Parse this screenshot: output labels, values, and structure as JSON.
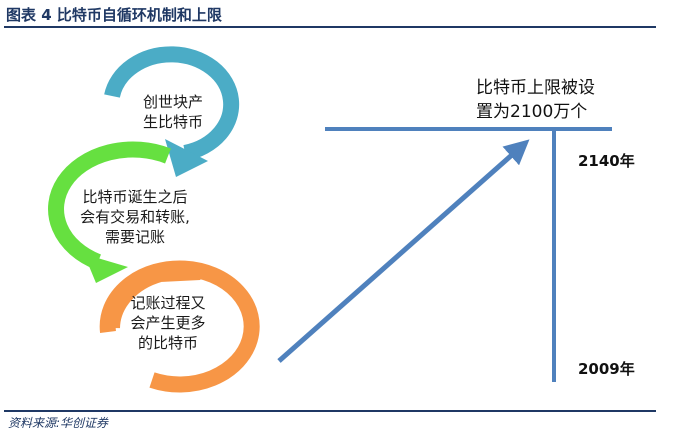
{
  "header": {
    "title": "图表 4 比特币自循环机制和上限"
  },
  "cycle": {
    "step1": {
      "line1": "创世块产",
      "line2": "生比特币",
      "color": "#4bacc6"
    },
    "step2": {
      "line1": "比特币诞生之后",
      "line2": "会有交易和转账,",
      "line3": "需要记账",
      "color": "#66e040"
    },
    "step3": {
      "line1": "记账过程又",
      "line2": "会产生更多",
      "line3": "的比特币",
      "color": "#f79646"
    }
  },
  "limit": {
    "line1": "比特币上限被设",
    "line2": "置为2100万个",
    "arrow_color": "#4f81bd"
  },
  "timeline": {
    "end_year": "2140年",
    "start_year": "2009年"
  },
  "footer": {
    "source": "资料来源:华创证券"
  }
}
